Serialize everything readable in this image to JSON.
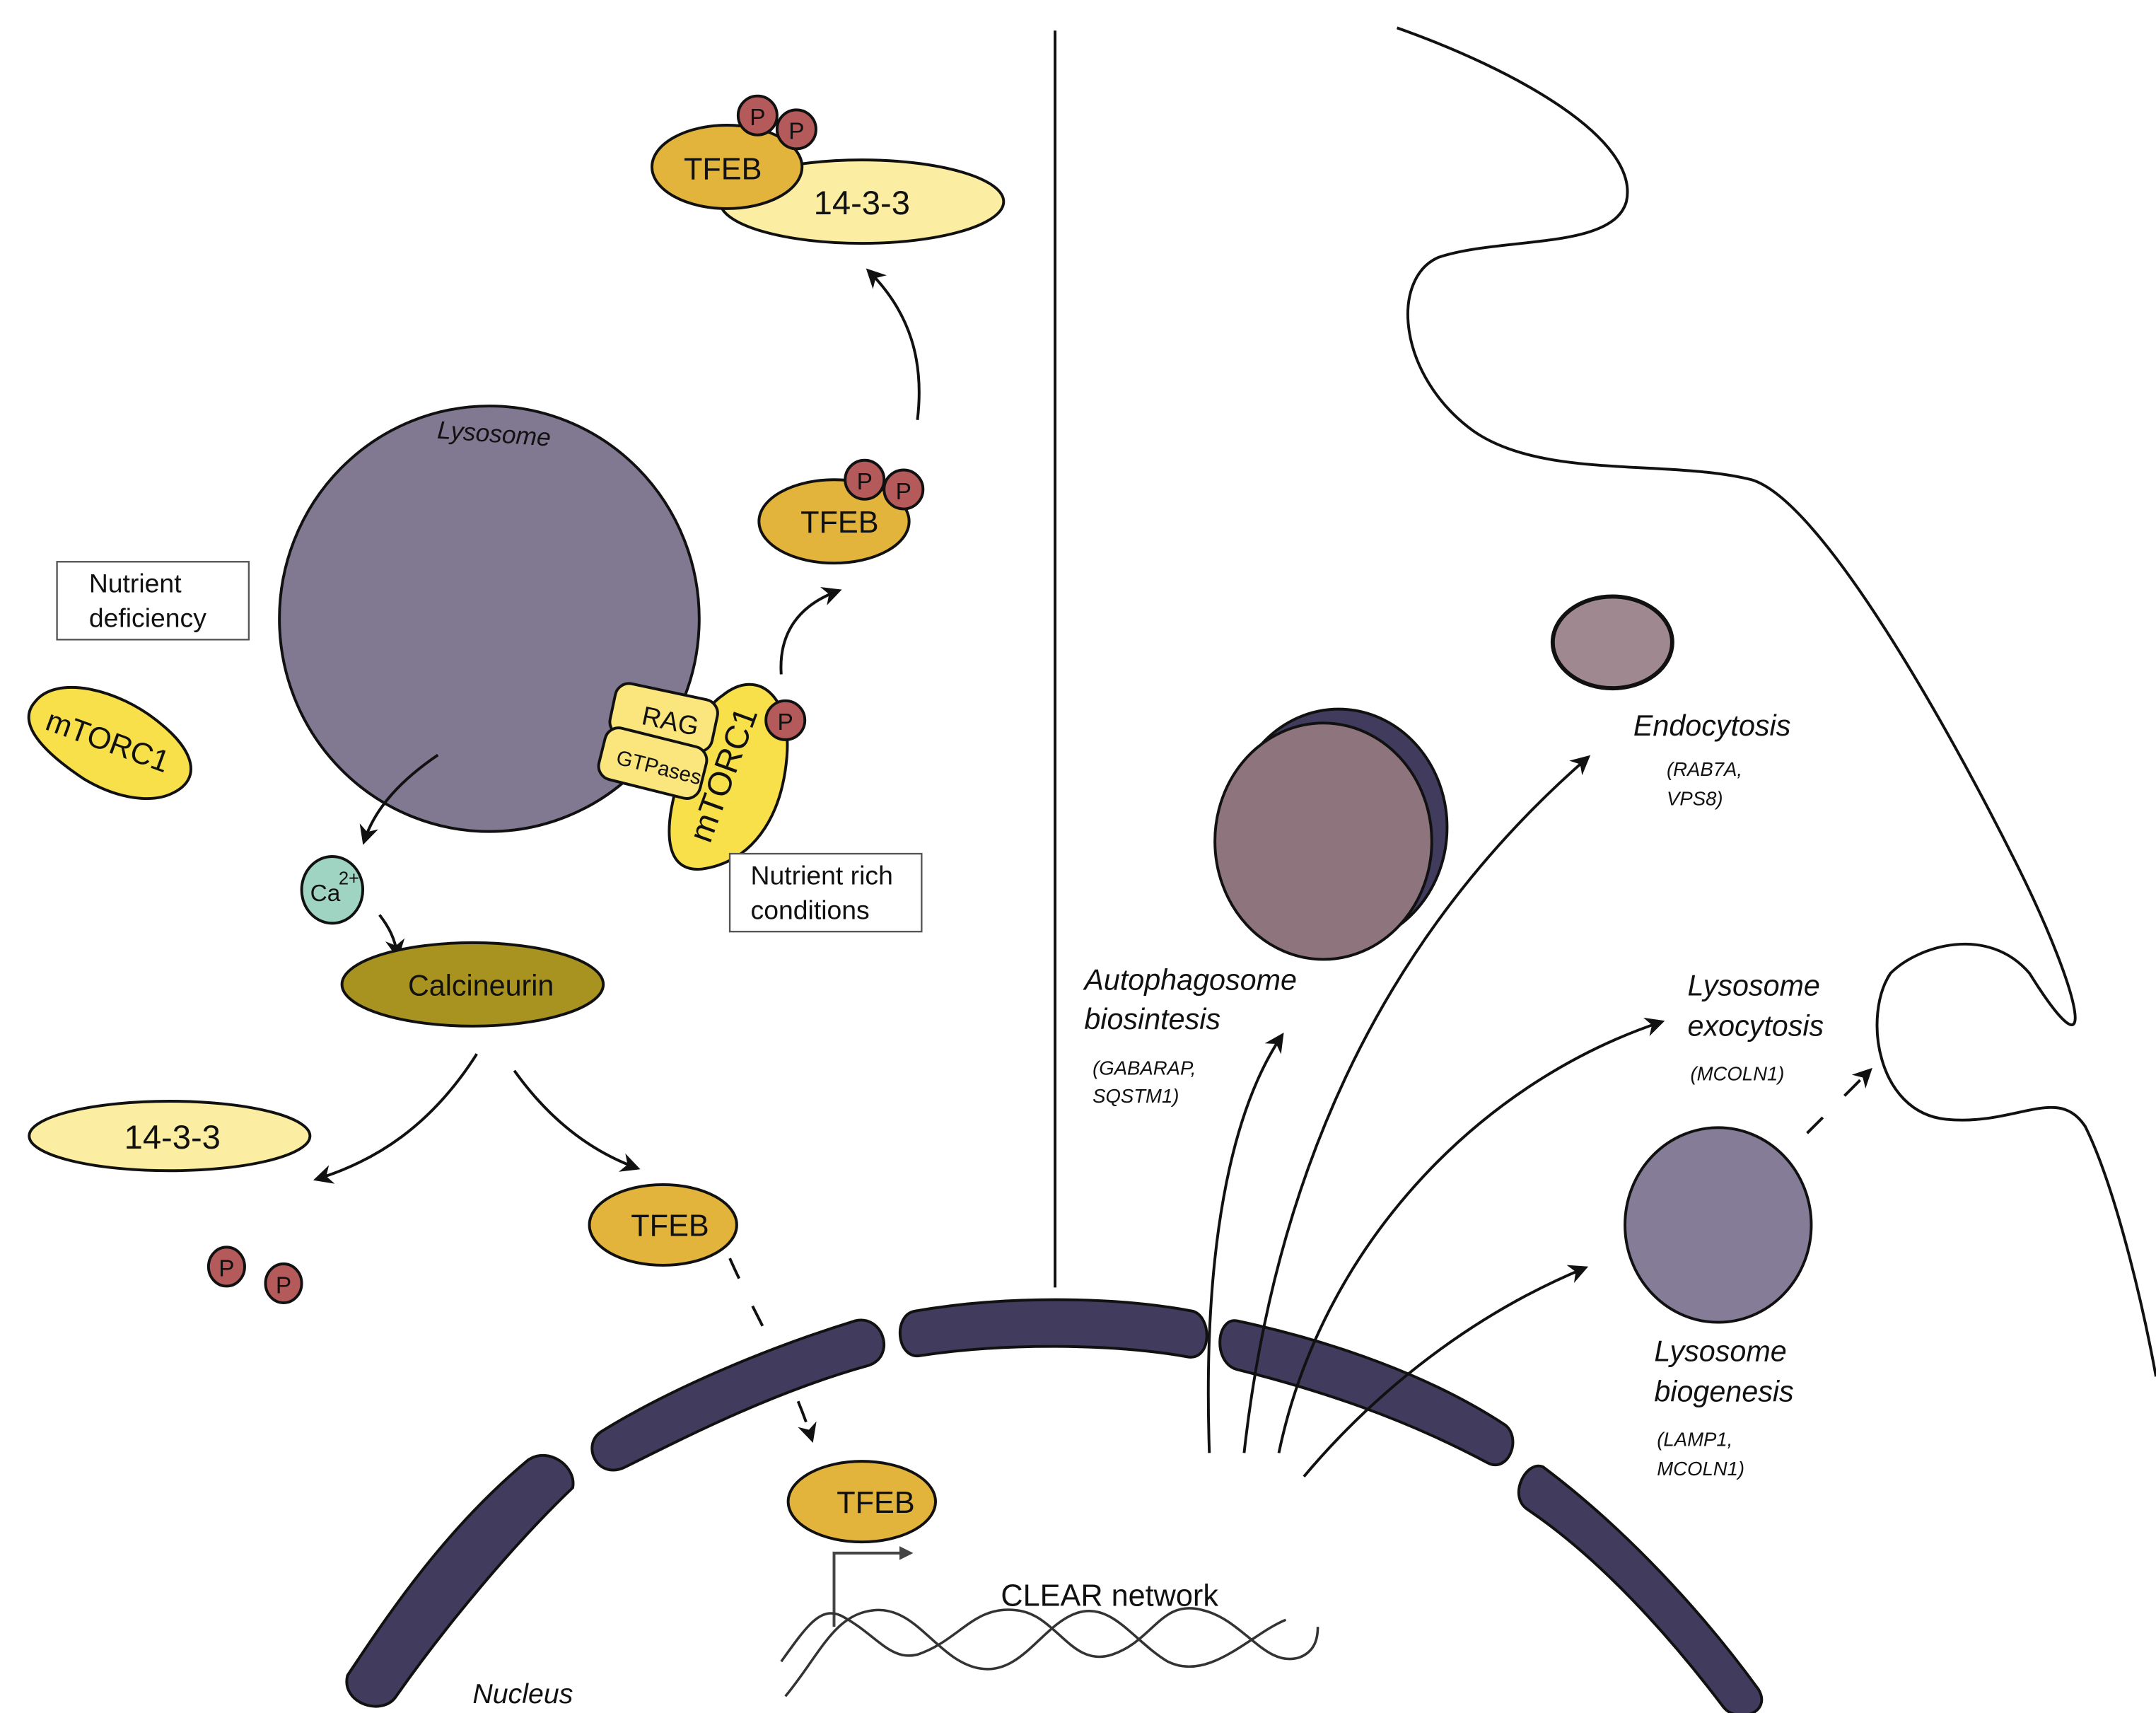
{
  "colors": {
    "lysosome": "#817891",
    "tfeb": "#e2b43c",
    "protein_14_3_3": "#fbeea2",
    "mtorc1": "#f7e04a",
    "rag": "#fbe67e",
    "phosphate": "#b45a5a",
    "calcium": "#9fd4c2",
    "calcineurin": "#a89320",
    "nuclear_envelope": "#413c5e",
    "autophagosome_outer": "#413c5e",
    "autophagosome_inner": "#8e747c",
    "endosome": "#a08890",
    "lysosome_small": "#857c97"
  },
  "labels": {
    "tfeb": "TFEB",
    "p": "P",
    "protein_14_3_3": "14-3-3",
    "lysosome": "Lysosome",
    "nutrient_deficiency": [
      "Nutrient",
      "deficiency"
    ],
    "nutrient_rich": [
      "Nutrient rich",
      "conditions"
    ],
    "mtorc1": "mTORC1",
    "rag": "RAG",
    "gtpases": "GTPases",
    "calcium": "Ca",
    "calcium_sup": "2+",
    "calcineurin": "Calcineurin",
    "clear_network": "CLEAR network",
    "nucleus": "Nucleus"
  },
  "processes": {
    "autophagosome": {
      "title": [
        "Autophagosome",
        "biosintesis"
      ],
      "genes": [
        "(GABARAP,",
        "SQSTM1)"
      ]
    },
    "endocytosis": {
      "title": [
        "Endocytosis"
      ],
      "genes": [
        "(RAB7A,",
        "VPS8)"
      ]
    },
    "exocytosis": {
      "title": [
        "Lysosome",
        "exocytosis"
      ],
      "genes": [
        "(MCOLN1)"
      ]
    },
    "biogenesis": {
      "title": [
        "Lysosome",
        "biogenesis"
      ],
      "genes": [
        "(LAMP1,",
        "MCOLN1)"
      ]
    }
  }
}
